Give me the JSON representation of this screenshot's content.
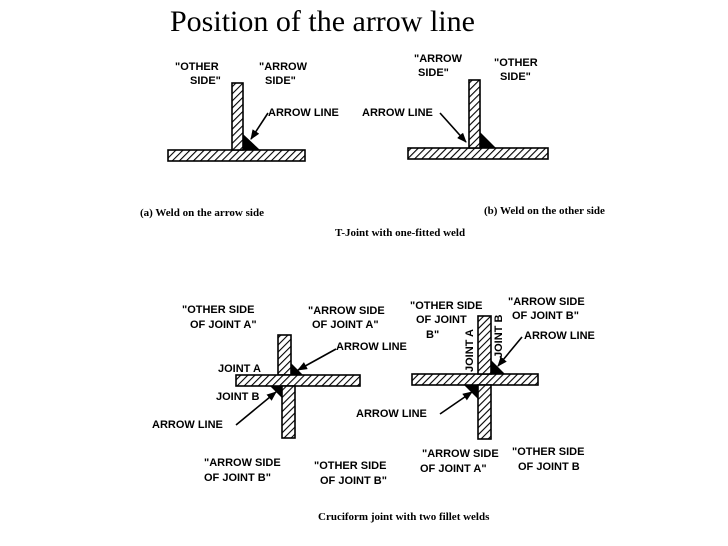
{
  "title": "Position of the arrow line",
  "t_joint": {
    "left": {
      "other_side": [
        "\"OTHER",
        "SIDE\""
      ],
      "arrow_side": [
        "\"ARROW",
        "SIDE\""
      ],
      "arrow_line": "ARROW LINE",
      "caption": "(a) Weld on the arrow side"
    },
    "right": {
      "arrow_side": [
        "\"ARROW",
        "SIDE\""
      ],
      "other_side": [
        "\"OTHER",
        "SIDE\""
      ],
      "arrow_line": "ARROW LINE",
      "caption": "(b) Weld on the other side"
    },
    "caption": "T-Joint with one-fitted weld"
  },
  "cruciform": {
    "left": {
      "other_side_a": [
        "\"OTHER SIDE",
        "OF JOINT A\""
      ],
      "arrow_side_a": [
        "\"ARROW SIDE",
        "OF JOINT A\""
      ],
      "arrow_line_top": "ARROW LINE",
      "joint_a": "JOINT A",
      "joint_b": "JOINT B",
      "arrow_line_bottom": "ARROW LINE",
      "arrow_side_b": [
        "\"ARROW SIDE",
        "OF JOINT B\""
      ],
      "other_side_b": [
        "\"OTHER SIDE",
        "OF JOINT B\""
      ]
    },
    "right": {
      "other_side_b": [
        "\"OTHER SIDE",
        "OF JOINT",
        "B\""
      ],
      "arrow_side_b": [
        "\"ARROW SIDE",
        "OF JOINT B\""
      ],
      "arrow_line_top": "ARROW LINE",
      "joint_a": "JOINT A",
      "joint_b": "JOINT B",
      "arrow_line_left": "ARROW LINE",
      "arrow_side_a": [
        "\"ARROW SIDE",
        "OF JOINT A\""
      ],
      "other_side_b2": [
        "\"OTHER SIDE",
        "OF JOINT B"
      ]
    },
    "caption": "Cruciform joint with two fillet welds"
  }
}
